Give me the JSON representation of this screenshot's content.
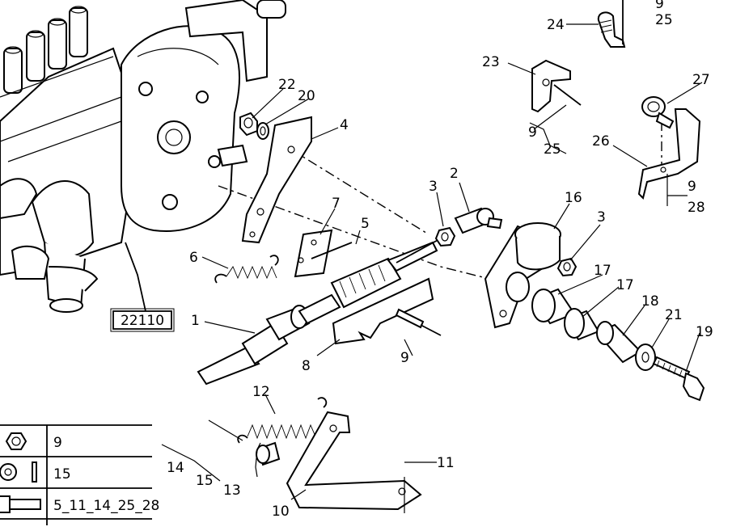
{
  "callouts": {
    "c1": "1",
    "c2": "2",
    "c3a": "3",
    "c3b": "3",
    "c4": "4",
    "c5": "5",
    "c6": "6",
    "c7": "7",
    "c8": "8",
    "c9a": "9",
    "c9b": "9",
    "c9c": "9",
    "c9d": "9",
    "c10": "10",
    "c11": "11",
    "c12": "12",
    "c13": "13",
    "c14": "14",
    "c15": "15",
    "c16": "16",
    "c17a": "17",
    "c17b": "17",
    "c18": "18",
    "c19": "19",
    "c20": "20",
    "c21": "21",
    "c22": "22",
    "c23": "23",
    "c24": "24",
    "c25a": "25",
    "c25b": "25",
    "c26": "26",
    "c27": "27",
    "c28": "28"
  },
  "reference_box": "22110",
  "legend": {
    "rows": [
      {
        "icon": "nut-icon",
        "text": "9"
      },
      {
        "icon": "washer-icon",
        "text": "15"
      },
      {
        "icon": "bolt-icon",
        "text": "5_11_14_25_28"
      }
    ]
  }
}
